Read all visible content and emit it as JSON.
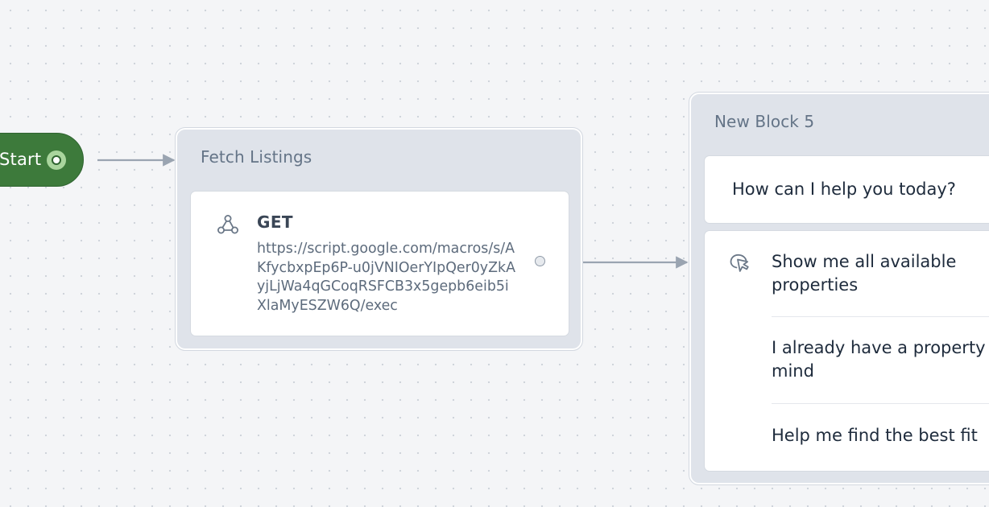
{
  "start": {
    "label": "Start"
  },
  "blocks": [
    {
      "title": "Fetch Listings",
      "webhook": {
        "method": "GET",
        "url": "https://script.google.com/macros/s/AKfycbxpEp6P-u0jVNIOerYIpQer0yZkAyjLjWa4qGCoqRSFCB3x5gepb6eib5iXlaMyESZW6Q/exec",
        "icon": "webhook-icon"
      }
    },
    {
      "title": "New Block 5",
      "question": "How can I help you today?",
      "choice_icon": "pointer-click-icon",
      "choices": [
        {
          "line1": "Show me all available",
          "line2": "properties"
        },
        {
          "line1": "I already have a property in",
          "line2": "mind"
        },
        {
          "line1": "Help me find the best fit",
          "line2": ""
        }
      ]
    }
  ],
  "colors": {
    "canvas": "#f4f5f7",
    "start_node": "#3d7a3b",
    "start_handle": "#a9d59d",
    "block_bg": "#dfe3ea",
    "edge": "#9aa4b1"
  }
}
